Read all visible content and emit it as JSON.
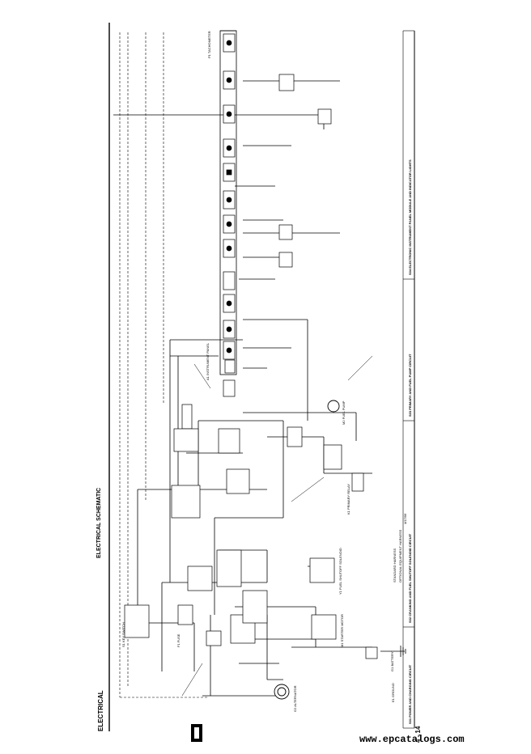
{
  "header": {
    "section": "ELECTRICAL",
    "title": "ELECTRICAL SCHEMATIC",
    "page_number": "4 - 14"
  },
  "sections": [
    "S01 POWER AND CHARGING CIRCUIT",
    "S02 CRANKING AND FUEL SHUTOFF SOLENOID CIRCUIT",
    "S03 PRIMARY AND FUEL PUMP CIRCUIT",
    "S04 ELECTRONIC INSTRUMENT PANEL MODULE AND INDICATOR LIGHTS"
  ],
  "legend": {
    "standard": "STANDARD HARNESS",
    "optional": "OPTIONAL EQUIPMENT HARNESS"
  },
  "components": {
    "battery": "G1 BATTERY",
    "alternator": "G2 ALTERNATOR",
    "fuse": "F1 FUSE",
    "key_switch": "S1 KEY SWITCH",
    "fuel_pump": "M2 FUEL PUMP",
    "primary_relay": "K1 PRIMARY RELAY",
    "fuel_shutoff": "Y1 FUEL SHUTOFF SOLENOID",
    "starter": "M1 STARTER MOTOR",
    "instrument_panel": "A1 INSTRUMENT PANEL",
    "tachometer": "P1 TACHOMETER",
    "ground": "E1 GROUND"
  },
  "footer": {
    "date": "4/17/96",
    "watermark_url": "www.epcatalogs.com"
  }
}
